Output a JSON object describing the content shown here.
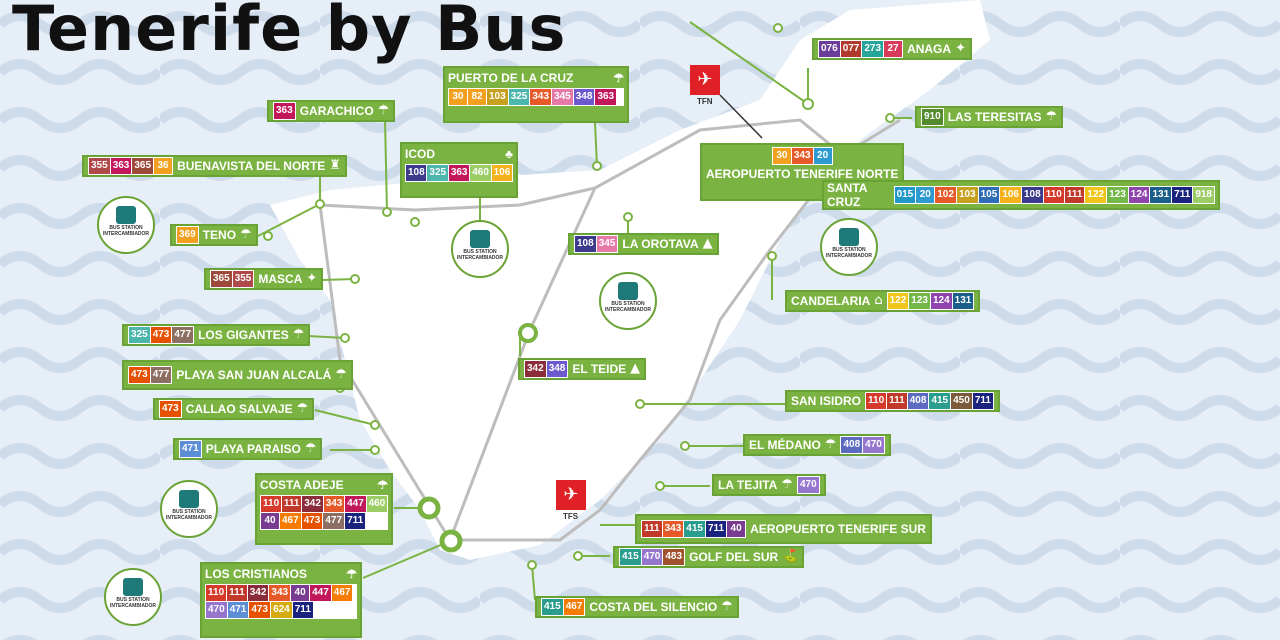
{
  "title": "Tenerife by Bus",
  "code_colors": {
    "015": "#2196c8",
    "20": "#2e9ad0",
    "30": "#f2a01f",
    "36": "#f2a01f",
    "40": "#7a3c91",
    "102": "#e65a2a",
    "103": "#c7a020",
    "105": "#2e6cb5",
    "106": "#f5b21a",
    "108": "#3c3a8c",
    "110": "#d63a2a",
    "111": "#c0392b",
    "122": "#f0c419",
    "123": "#74b84a",
    "124": "#8e44ad",
    "131": "#1a5f8a",
    "27": "#d83a5a",
    "076": "#6a3d9a",
    "077": "#b03a2e",
    "273": "#26a69a",
    "325": "#4db6ac",
    "342": "#8b2c3a",
    "343": "#e65a2a",
    "345": "#e57aa8",
    "348": "#6a5acd",
    "355": "#b04a4a",
    "363": "#c2185b",
    "365": "#9e4a3a",
    "369": "#f2a01f",
    "408": "#5c6bc0",
    "415": "#2a9d8f",
    "447": "#c2185b",
    "450": "#7a5a3a",
    "460": "#9ccc65",
    "467": "#f57c00",
    "470": "#9575cd",
    "471": "#5c8ed6",
    "473": "#e65100",
    "477": "#8d6e63",
    "483": "#a0522d",
    "624": "#d4ac0d",
    "711": "#1a237e",
    "82": "#f2a01f",
    "910": "#558b2f",
    "918": "#9ccc65"
  },
  "stops": {
    "garachico": {
      "label": "GARACHICO",
      "codes": [
        "363"
      ]
    },
    "buenavista": {
      "label": "BUENAVISTA DEL NORTE",
      "codes": [
        "355",
        "363",
        "365",
        "36"
      ]
    },
    "teno": {
      "label": "TENO",
      "codes": [
        "369"
      ]
    },
    "masca": {
      "label": "MASCA",
      "codes": [
        "365",
        "355"
      ]
    },
    "los_gigantes": {
      "label": "LOS GIGANTES",
      "codes": [
        "325",
        "473",
        "477"
      ]
    },
    "playa_san_juan": {
      "label": "PLAYA SAN JUAN ALCALÁ",
      "codes": [
        "473",
        "477"
      ]
    },
    "callao_salvaje": {
      "label": "CALLAO SALVAJE",
      "codes": [
        "473"
      ]
    },
    "playa_paraiso": {
      "label": "PLAYA PARAISO",
      "codes": [
        "471"
      ]
    },
    "anaga": {
      "label": "ANAGA",
      "codes": [
        "076",
        "077",
        "273",
        "27"
      ]
    },
    "las_teresitas": {
      "label": "LAS TERESITAS",
      "codes": [
        "910"
      ]
    },
    "candelaria": {
      "label": "CANDELARIA",
      "codes": [
        "122",
        "123",
        "124",
        "131"
      ]
    },
    "san_isidro": {
      "label": "SAN ISIDRO",
      "codes": [
        "110",
        "111",
        "408",
        "415",
        "450",
        "711"
      ]
    },
    "el_medano": {
      "label": "EL MÉDANO",
      "codes": [
        "408",
        "470"
      ]
    },
    "la_tejita": {
      "label": "LA TEJITA",
      "codes": [
        "470"
      ]
    },
    "aeropuerto_sur": {
      "label": "AEROPUERTO TENERIFE SUR",
      "codes": [
        "111",
        "343",
        "415",
        "711",
        "40"
      ]
    },
    "golf_del_sur": {
      "label": "GOLF DEL SUR",
      "codes": [
        "415",
        "470",
        "483"
      ]
    },
    "costa_silencio": {
      "label": "COSTA DEL SILENCIO",
      "codes": [
        "415",
        "467"
      ]
    },
    "el_teide": {
      "label": "EL TEIDE",
      "codes": [
        "342",
        "348"
      ]
    },
    "la_orotava": {
      "label": "LA OROTAVA",
      "codes": [
        "108",
        "345"
      ]
    },
    "aeropuerto_norte": {
      "label": "AEROPUERTO TENERIFE NORTE",
      "codes": [
        "30",
        "343",
        "20"
      ]
    }
  },
  "boxes": {
    "puerto_cruz": {
      "label": "PUERTO DE LA CRUZ",
      "codes": [
        "30",
        "82",
        "103",
        "325",
        "343",
        "345",
        "348",
        "363"
      ]
    },
    "icod": {
      "label": "ICOD",
      "codes": [
        "108",
        "325",
        "363",
        "460",
        "106"
      ]
    },
    "santa_cruz": {
      "label": "SANTA CRUZ",
      "codes": [
        "015",
        "20",
        "102",
        "103",
        "105",
        "106",
        "108",
        "110",
        "111",
        "122",
        "123",
        "124",
        "131",
        "711",
        "918"
      ]
    },
    "costa_adeje": {
      "label": "COSTA ADEJE",
      "rows": [
        [
          "110",
          "111",
          "342",
          "343",
          "447",
          "460"
        ],
        [
          "40",
          "467",
          "473",
          "477",
          "711"
        ]
      ]
    },
    "los_cristianos": {
      "label": "LOS CRISTIANOS",
      "rows": [
        [
          "110",
          "111",
          "342",
          "343",
          "40",
          "447",
          "467"
        ],
        [
          "470",
          "471",
          "473",
          "624",
          "711"
        ]
      ]
    }
  },
  "bus_station_label": "BUS STATION INTERCAMBIADOR",
  "airports": {
    "tfn": "TFN",
    "tfs": "TFS"
  }
}
